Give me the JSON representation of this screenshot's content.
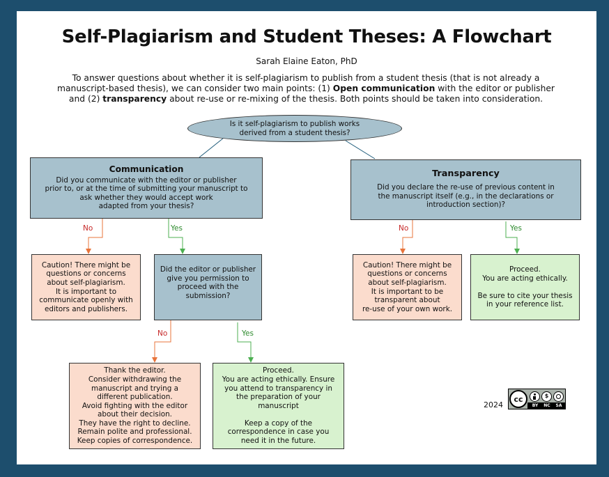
{
  "title": "Self-Plagiarism and Student Theses: A Flowchart",
  "author": "Sarah Elaine Eaton, PhD",
  "intro": {
    "part1": "To answer questions about whether it is self-plagiarism to publish from a student thesis (that is not already a manuscript-based thesis), we can consider two main points: (1) ",
    "bold1": "Open communication",
    "part2": " with the editor or publisher and (2) ",
    "bold2": "transparency",
    "part3": " about re-use or re-mixing of the thesis. Both points should be taken into consideration."
  },
  "root_question": "Is it self-plagiarism to publish works\nderived from a student thesis?",
  "communication": {
    "title": "Communication",
    "question": "Did you communicate with the editor or publisher\nprior to, or at the time of submitting your manuscript to\nask whether they would accept work\nadapted from your thesis?",
    "no_label": "No",
    "yes_label": "Yes",
    "no_outcome": "Caution! There might be\nquestions or concerns\nabout self-plagiarism.\nIt is important to\ncommunicate openly with\neditors and publishers.",
    "permission_question": "Did the editor or publisher\ngive you permission to\nproceed with the\nsubmission?",
    "permission_no_label": "No",
    "permission_yes_label": "Yes",
    "permission_no_outcome": "Thank the editor.\nConsider withdrawing the\nmanuscript and trying a\ndifferent publication.\nAvoid fighting with the editor\nabout their decision.\nThey have the right to decline.\nRemain polite and professional.\nKeep copies of correspondence.",
    "permission_yes_outcome": "Proceed.\nYou are acting ethically. Ensure\nyou attend to transparency in\nthe preparation of your\nmanuscript\n\nKeep a copy of the\ncorrespondence in case you\nneed it in the future."
  },
  "transparency": {
    "title": "Transparency",
    "question": "Did you declare the re-use of previous content in\nthe manuscript itself (e.g., in the declarations or\nintroduction section)?",
    "no_label": "No",
    "yes_label": "Yes",
    "no_outcome": "Caution! There might be\nquestions or concerns\nabout self-plagiarism.\nIt is important to be\ntransparent about\nre-use of your own work.",
    "yes_outcome": "Proceed.\nYou are acting ethically.\n\nBe sure to cite your thesis\nin your reference list."
  },
  "year": "2024",
  "license": {
    "badge_top": "cc",
    "badge_icons": [
      "BY",
      "NC",
      "SA"
    ],
    "icon_names": [
      "cc-icon",
      "attribution-icon",
      "noncommercial-icon",
      "sharealike-icon"
    ]
  },
  "colors": {
    "border": "#1d4e6d",
    "question_fill": "#a7c1cd",
    "caution_fill": "#fbdccd",
    "proceed_fill": "#d8f2cf",
    "no_color": "#c62828",
    "yes_color": "#2e8b2e",
    "no_arrow": "#e8743b",
    "yes_arrow": "#4caf50"
  }
}
